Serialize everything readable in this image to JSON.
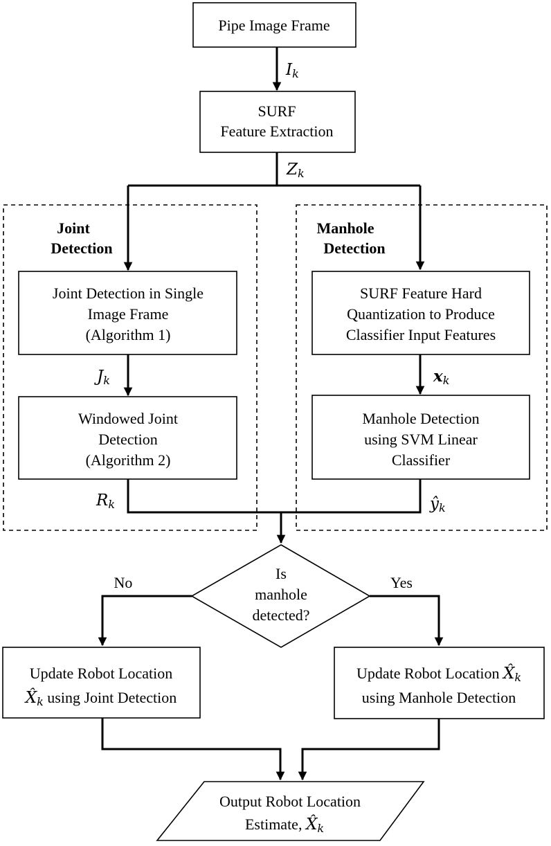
{
  "nodes": {
    "pipe_image_frame": "Pipe Image Frame",
    "surf_line1": "SURF",
    "surf_line2": "Feature Extraction",
    "joint_group_line1": "Joint",
    "joint_group_line2": "Detection",
    "manhole_group_line1": "Manhole",
    "manhole_group_line2": "Detection",
    "joint_single_line1": "Joint Detection in Single",
    "joint_single_line2": "Image Frame",
    "joint_single_line3": "(Algorithm 1)",
    "windowed_line1": "Windowed Joint",
    "windowed_line2": "Detection",
    "windowed_line3": "(Algorithm 2)",
    "quant_line1": "SURF Feature Hard",
    "quant_line2": "Quantization to Produce",
    "quant_line3": "Classifier Input Features",
    "svm_line1": "Manhole Detection",
    "svm_line2": "using SVM Linear",
    "svm_line3": "Classifier",
    "decision_line1": "Is",
    "decision_line2": "manhole",
    "decision_line3": "detected?",
    "update_joint_line1": "Update Robot Location",
    "update_joint_line2": "using Joint Detection",
    "update_manhole_line1": "Update Robot Location",
    "update_manhole_line2": "using Manhole Detection",
    "output_line1": "Output Robot Location",
    "output_line2": "Estimate,"
  },
  "edge_labels": {
    "no": "No",
    "yes": "Yes"
  },
  "variables": {
    "k": "k",
    "I": "I",
    "Z": "Z",
    "J": "J",
    "R": "R",
    "x": "x",
    "y_hat": "ŷ",
    "X_hat": "X̂"
  }
}
